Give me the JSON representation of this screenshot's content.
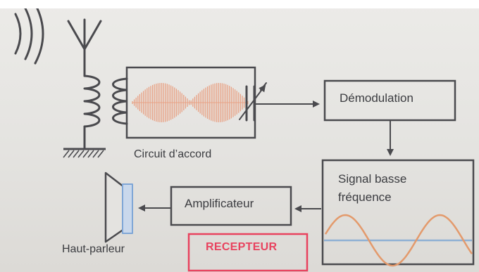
{
  "blocks": {
    "demodulation": "Démodulation",
    "circuit_accord": "Circuit d’accord",
    "signal_basse_line1": "Signal basse",
    "signal_basse_line2": "fréquence",
    "amplificateur": "Amplificateur",
    "haut_parleur": "Haut-parleur",
    "recepteur": "RECEPTEUR"
  },
  "colors": {
    "line": "#4a4a4e",
    "modulated_wave": "#e8a184",
    "sine_wave": "#e39a6c",
    "baseline": "#8fb0d4",
    "speaker_coil": "#7fa6d6",
    "recepteur_frame": "#e8425e"
  },
  "icons": [
    "radio-waves-icon",
    "antenna-icon",
    "ground-icon",
    "transformer-coil-icon",
    "variable-capacitor-icon",
    "speaker-icon"
  ]
}
